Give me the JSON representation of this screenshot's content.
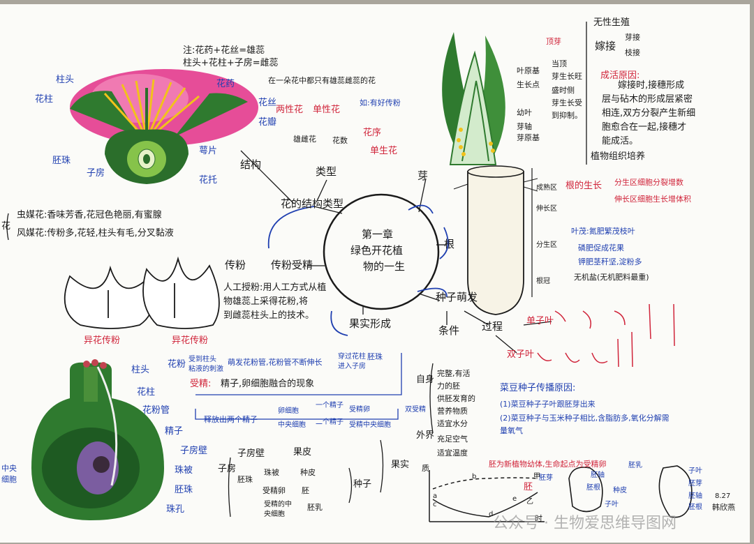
{
  "center": {
    "l1": "第一章",
    "l2": "绿色开花植",
    "l3": "物的一生"
  },
  "hub": {
    "structure_types": "花的结构类型",
    "bud": "芽",
    "root": "根",
    "seed_germ": "种子萌发",
    "fruit": "果实形成",
    "pollination": "传粉",
    "pollination_fert": "传粉受精",
    "jiegou": "结构",
    "leixing": "类型",
    "condition": "条件",
    "process": "过程"
  },
  "flower_labels": {
    "note1": "注:花药+花丝=雄蕊",
    "note2": "柱头+花柱+子房=雌蕊",
    "stigma": "柱头",
    "style": "花柱",
    "anther": "花药",
    "filament": "花丝",
    "petal": "花瓣",
    "ovule": "胚珠",
    "ovary": "子房",
    "sepal": "萼片",
    "receptacle": "花托"
  },
  "flower_types": {
    "def": "在一朵花中都只有雄蕊雌蕊的花",
    "bisexual": "两性花",
    "unisexual": "单性花",
    "inflor": "花序",
    "solitary": "单生花",
    "xiong": "雄雌花",
    "huashu": "花数",
    "jiayi": "如:有好传粉"
  },
  "pollinators": {
    "hua": "花",
    "insect": "虫媒花:香味芳香,花冠色艳丽,有蜜腺",
    "wind": "风媒花:传粉多,花轻,柱头有毛,分叉黏液"
  },
  "cross_labels": {
    "a": "异花传粉",
    "b": "异花传粉"
  },
  "artificial": {
    "l1": "人工授粉:用人工方式从植",
    "l2": "物雄蕊上采得花粉,将",
    "l3": "到雌蕊柱头上的技术。"
  },
  "bud_labels": {
    "primordia": "叶原基",
    "axis": "生长点",
    "young_leaf": "幼叶",
    "bud_axis": "芽轴",
    "bud_primordium": "芽原基"
  },
  "bud_notes": {
    "l1": "顶芽",
    "l2": "当顶",
    "l3": "芽生长旺",
    "l4": "盛时侧",
    "l5": "芽生长受",
    "l6": "到抑制。"
  },
  "asexual": {
    "title": "无性生殖",
    "graft": "嫁接",
    "m1": "芽接",
    "m2": "枝接",
    "reason": "成活原因:",
    "p1": "嫁接时,接穗形成",
    "p2": "层与砧木的形成层紧密",
    "p3": "相连,双方分裂产生新细",
    "p4": "胞愈合在一起,接穗才",
    "p5": "能成活。",
    "tissue": "植物组织培养"
  },
  "root_zones": {
    "cap": "根冠",
    "meri": "分生区",
    "elong": "伸长区",
    "mature": "成熟区"
  },
  "root_notes": {
    "g1": "根的生长",
    "g2": "分生区细胞分裂增数",
    "g3": "伸长区细胞生长增体积",
    "n": "叶茂:氮肥繁茂枝叶",
    "p": "磷肥促成花果",
    "k": "钾肥茎秆坚,淀粉多",
    "w": "无机盐(无机肥料最重)"
  },
  "germ": {
    "single": "单子叶",
    "double": "双子叶"
  },
  "fert_labels": {
    "stigma": "柱头",
    "style": "花柱",
    "tube": "花粉管",
    "sperm": "精子",
    "ovary_wall": "子房壁",
    "integument": "珠被",
    "ovule": "胚珠",
    "micropyle": "珠孔",
    "central": "中央",
    "central2": "细胞"
  },
  "fert_text": {
    "pollen": "花粉",
    "h1": "受到柱头",
    "h2": "粘液的刺激",
    "flow": "萌发花粉管,花粉管不断伸长",
    "in1": "穿过花柱",
    "in2": "进入子房",
    "to": "胚珠",
    "shoujing": "受精:",
    "def": "精子,卵细胞融合的现象",
    "release": "释放出两个精子",
    "egg": "卵细胞",
    "c1": "一个精子",
    "c2": "二个精子",
    "fuse": "受精卵",
    "cc": "中央细胞",
    "endo": "受精中央细胞",
    "double": "双受精"
  },
  "fruit_tree": {
    "ovary": "子房",
    "wall": "子房壁",
    "peel": "果皮",
    "ovule": "胚珠",
    "integ": "珠被",
    "coat": "种皮",
    "fe": "受精卵",
    "embryo": "胚",
    "fc1": "受精的中",
    "fc2": "央细胞",
    "endosp": "胚乳",
    "seed": "种子",
    "fruit": "果实"
  },
  "conditions": {
    "self": "自身",
    "s1": "完整,有活",
    "s2": "力的胚",
    "s3": "供胚发育的",
    "s4": "营养物质",
    "ext": "外界",
    "e1": "适宜水分",
    "e2": "充足空气",
    "e3": "适宜温度"
  },
  "seed_notes": {
    "t": "菜豆种子传播原因:",
    "l1": "(1)菜豆种子子叶跟胚芽出来",
    "l2": "(2)菜豆种子与玉米种子相比,含脂肪多,氧化分解需",
    "l3": "量氧气"
  },
  "embryo": {
    "title": "胚为新植物幼体,生命起点为受精卵",
    "ember": "胚",
    "ya": "胚芽",
    "zhou": "胚轴",
    "gen": "胚根",
    "zi": "子叶",
    "pi": "种皮",
    "zi2": "子叶",
    "ya2": "胚芽",
    "zhou2": "胚轴",
    "gen2": "胚根",
    "ru": "胚乳"
  },
  "graph": {
    "y": "质",
    "x": "时",
    "a": "a",
    "b": "b",
    "c": "c",
    "d": "d",
    "e": "e",
    "z": "乙",
    "j": "甲"
  },
  "signature": {
    "date": "8.27",
    "name": "韩欣燕"
  },
  "watermark": "公众号 · 生物爱思维导图网"
}
